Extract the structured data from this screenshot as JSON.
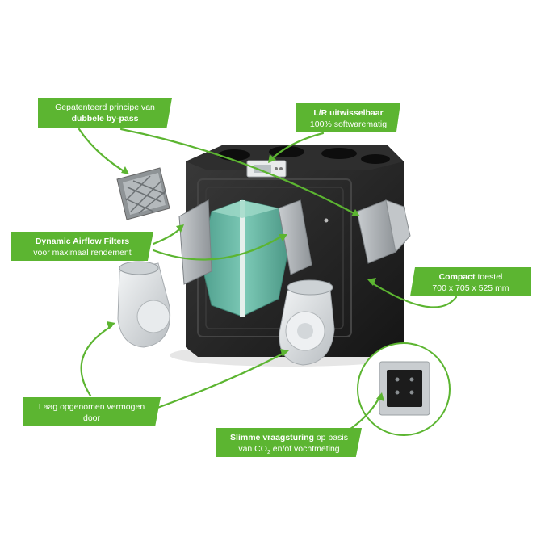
{
  "callouts": {
    "bypass": {
      "line1": "Gepatenteerd principe van",
      "line2_bold": "dubbele by-pass"
    },
    "lr": {
      "line1_bold": "L/R uitwisselbaar",
      "line2": "100% softwarematig"
    },
    "filters": {
      "line1_bold": "Dynamic Airflow Filters",
      "line2": "voor maximaal rendement"
    },
    "compact": {
      "line1_bold": "Compact",
      "line1_rest": " toestel",
      "line2": "700 x 705 x 525 mm"
    },
    "ec": {
      "line1": "Laag opgenomen vermogen door",
      "line2_pre": "energiezuinige ",
      "line2_bold": "EC-motoren"
    },
    "smart": {
      "line1_bold": "Slimme vraagsturing",
      "line1_rest": " op basis",
      "line2_pre": "van CO",
      "line2_sub": "2",
      "line2_post": " en/of vochtmeting"
    }
  },
  "colors": {
    "accent": "#5cb531",
    "unit_body": "#222222",
    "exchanger": "#5fb3a0",
    "fan": "#dfe3e6"
  }
}
